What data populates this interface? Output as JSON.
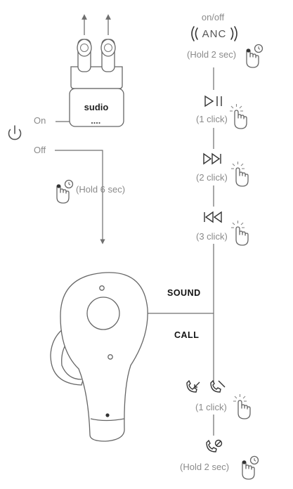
{
  "case": {
    "brand": "sudio"
  },
  "power": {
    "on_label": "On",
    "off_label": "Off",
    "hold_label": "(Hold 6 sec)"
  },
  "anc": {
    "toggle_label": "on/off",
    "mode_label": "ANC",
    "hold_label": "(Hold 2 sec)"
  },
  "music": {
    "play_pause": "(1 click)",
    "next_track": "(2 click)",
    "previous_track": "(3 click)"
  },
  "modes": {
    "sound": "SOUND",
    "call": "CALL"
  },
  "call": {
    "answer_end": "(1 click)",
    "reject": "(Hold 2 sec)"
  },
  "colors": {
    "line": "#6f6f6f",
    "text": "#8a8a8a",
    "label_dark": "#111111"
  },
  "icons": [
    "arrow-up-icon",
    "power-icon",
    "hand-hold-icon",
    "hand-click-icon",
    "play-pause-icon",
    "next-track-icon",
    "previous-track-icon",
    "phone-answer-icon",
    "phone-end-icon",
    "phone-reject-icon"
  ]
}
